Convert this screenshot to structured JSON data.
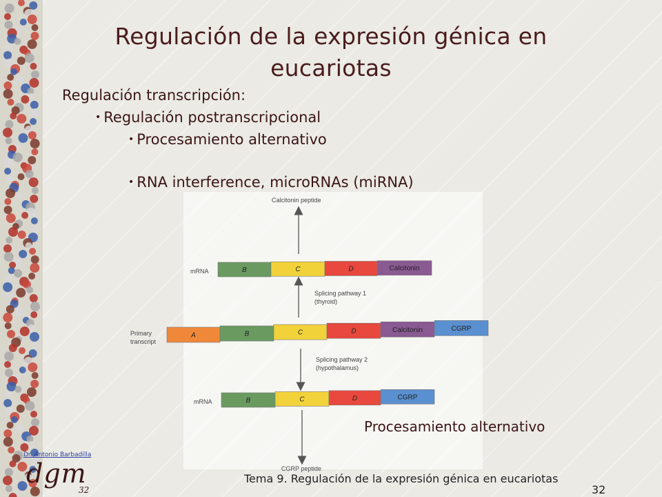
{
  "slide": {
    "title": "Regulación de la expresión génica en eucariotas",
    "heading": "Regulación transcripción:",
    "bullet1": "Regulación postranscripcional",
    "bullet2": "Procesamiento alternativo",
    "bullet3": "RNA interference, microRNAs (miRNA)",
    "caption": "Procesamiento alternativo",
    "author": "Dr. Antonio Barbadilla",
    "logo": "dgm",
    "logo_number": "32",
    "footer": "Tema 9. Regulación de la expresión génica en eucariotas",
    "page_number": "32"
  },
  "diagram": {
    "top_product": "Calcitonin peptide",
    "bottom_product": "CGRP peptide",
    "pathway1_line1": "Splicing pathway 1",
    "pathway1_line2": "(thyroid)",
    "pathway2_line1": "Splicing pathway 2",
    "pathway2_line2": "(hypothalamus)",
    "mrna_top_label": "mRNA",
    "primary_label_line1": "Primary",
    "primary_label_line2": "transcript",
    "mrna_bottom_label": "mRNA",
    "mrna_top_segments": [
      "B",
      "C",
      "D",
      "Calcitonin"
    ],
    "primary_segments": [
      "A",
      "B",
      "C",
      "D",
      "Calcitonin",
      "CGRP"
    ],
    "mrna_bottom_segments": [
      "B",
      "C",
      "D",
      "CGRP"
    ],
    "colors": {
      "A": "#f0883a",
      "B": "#6a9a60",
      "C": "#f2d23a",
      "D": "#e8483e",
      "Calcitonin": "#8a5a92",
      "CGRP": "#5a8fd0"
    }
  }
}
